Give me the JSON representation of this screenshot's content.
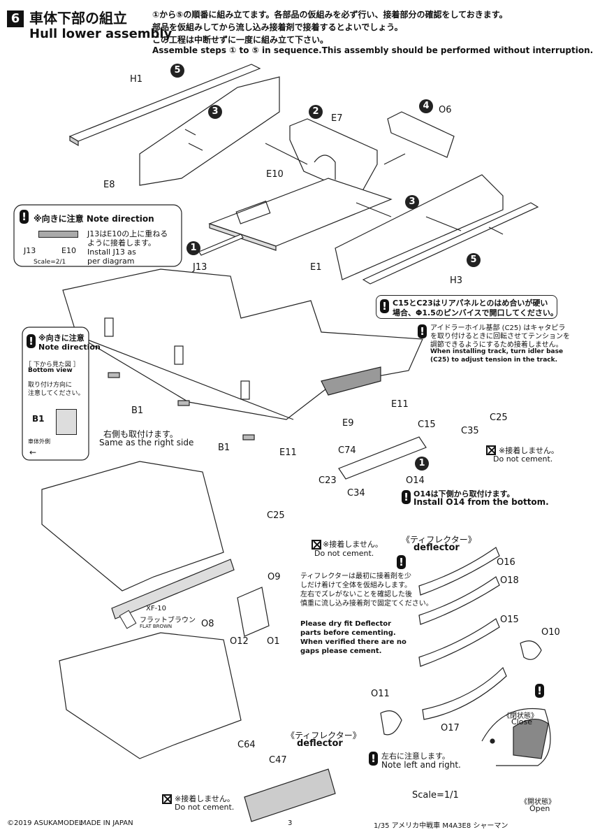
{
  "header": {
    "step_number": "6",
    "title_jp": "車体下部の組立",
    "title_en": "Hull lower assembly",
    "instruction_jp_1": "①から⑤の順番に組み立てます。各部品の仮組みを必ず行い、接着部分の確認をしておきます。",
    "instruction_jp_2": "部品を仮組みしてから流し込み接着剤で接着するとよいでしょう。",
    "instruction_jp_3": "この工程は中断せずに一度に組み立て下さい。",
    "instruction_en": "Assemble steps ① to ⑤ in sequence.This assembly should be performed without interruption."
  },
  "top_diagram": {
    "parts": {
      "H1": "H1",
      "E8": "E8",
      "E7": "E7",
      "O6": "O6",
      "E10": "E10",
      "J13": "J13",
      "E1": "E1",
      "H3": "H3"
    },
    "steps": {
      "s1": "1",
      "s2": "2",
      "s3a": "3",
      "s3b": "3",
      "s4": "4",
      "s5a": "5",
      "s5b": "5"
    },
    "note_direction": {
      "title": "※向きに注意 Note direction",
      "jp": "J13はE10の上に重ねる",
      "jp2": "ように接着します。",
      "en1": "Install J13 as",
      "en2": "per diagram",
      "j13": "J13",
      "e10": "E10",
      "scale": "Scale=2/1"
    }
  },
  "middle_diagram": {
    "c15_note_jp1": "C15とC23はリアパネルとのはめ合いが硬い",
    "c15_note_jp2": "場合、Φ1.5のピンバイスで開口してください。",
    "idler_note_jp1": "アイドラーホイル基部 (C25) はキャタピラ",
    "idler_note_jp2": "を取り付けるときに回転させてテンションを",
    "idler_note_jp3": "調節できるようにするため接着しません。",
    "idler_note_en1": "When installing track, turn idler base",
    "idler_note_en2": "(C25) to adjust tension in the track.",
    "left_note": {
      "title_jp": "※向きに注意",
      "title_en": "Note direction",
      "bottom_view_jp": "［ 下から見た図 ］",
      "bottom_view_en": "Bottom view",
      "attach_jp1": "取り付け方向に",
      "attach_jp2": "注意してください。",
      "b1": "B1",
      "outside_jp": "車体外側"
    },
    "same_side_jp": "右側も取付けます。",
    "same_side_en": "Same as the right side",
    "parts": {
      "B1a": "B1",
      "B1b": "B1",
      "E11a": "E11",
      "E9": "E9",
      "E11b": "E11",
      "C74": "C74",
      "C15": "C15",
      "C35": "C35",
      "C25a": "C25",
      "O14": "O14",
      "C23": "C23",
      "C34": "C34",
      "C25b": "C25"
    },
    "step1": "1",
    "no_cement_jp": "※接着しません。",
    "no_cement_en": "Do not cement.",
    "o14_note_jp": "O14は下側から取付けます。",
    "o14_note_en": "Install O14 from the bottom."
  },
  "deflector": {
    "title_jp": "《ティフレクター》",
    "title_en": "deflector",
    "note_jp1": "ティフレクターは最初に接着剤を少",
    "note_jp2": "しだけ着けて全体を仮組みします。",
    "note_jp3": "左右でズレがないことを確認した後",
    "note_jp4": "慎重に流し込み接着剤で固定てください。",
    "note_en1": "Please dry fit Deflector",
    "note_en2": "parts before cementing.",
    "note_en3": "When verified there are no",
    "note_en4": "gaps please cement.",
    "parts": {
      "O16": "O16",
      "O18": "O18",
      "O15": "O15",
      "O10": "O10",
      "O11": "O11",
      "O17": "O17"
    },
    "left_right_jp": "左右に注意します。",
    "left_right_en": "Note left and right.",
    "close_jp": "《閉状態》",
    "close_en": "Close",
    "open_jp": "《開状態》",
    "open_en": "Open",
    "scale": "Scale=1/1"
  },
  "lower_left": {
    "parts": {
      "O9": "O9",
      "O8": "O8",
      "O12": "O12",
      "O1": "O1"
    },
    "paint_code": "XF-10",
    "paint_jp": "フラットブラウン",
    "paint_en": "FLAT BROWN"
  },
  "bottom": {
    "deflector_title_jp": "《ティフレクター》",
    "deflector_title_en": "deflector",
    "parts": {
      "C64": "C64",
      "C47": "C47"
    },
    "no_cement_jp": "※接着しません。",
    "no_cement_en": "Do not cement."
  },
  "footer": {
    "copyright": "©2019 ASUKAMODEL",
    "made_in": "MADE IN JAPAN",
    "page": "3",
    "product": "1/35 アメリカ中戦車 M4A3E8 シャーマン"
  }
}
